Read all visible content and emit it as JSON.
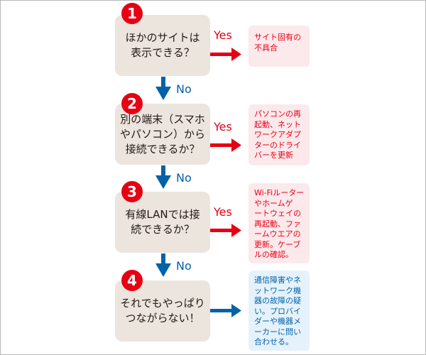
{
  "steps": [
    {
      "number": "1",
      "lines": [
        "ほかのサイトは",
        "表示できる？"
      ]
    },
    {
      "number": "2",
      "lines": [
        "別の端末（スマホ",
        "やパソコン）から",
        "接続できるか？"
      ]
    },
    {
      "number": "3",
      "lines": [
        "有線LANでは接",
        "続できるか？"
      ]
    },
    {
      "number": "4",
      "lines": [
        "それでもやっぱり",
        "つながらない！"
      ]
    }
  ],
  "branch_labels": {
    "yes": "Yes",
    "no": "No"
  },
  "results": [
    {
      "lines": [
        "サイト固有の",
        "不具合"
      ]
    },
    {
      "lines": [
        "パソコンの再",
        "起動、ネット",
        "ワークアダプ",
        "ターのドライ",
        "バーを更新"
      ]
    },
    {
      "lines": [
        "Wi-Fiルーター",
        "やホームゲ",
        "ートウェイの",
        "再起動、ファ",
        "ームウエアの",
        "更新。ケーブ",
        "ルの確認。"
      ]
    },
    {
      "lines": [
        "通信障害やネ",
        "ットワーク機",
        "器の故障の疑",
        "い。プロバイ",
        "ダーや機器メ",
        "ーカーに問い",
        "合わせる。"
      ]
    }
  ],
  "colors": {
    "yes": "#e60012",
    "no": "#0062a8",
    "box": "#ebe5de",
    "yes_result_bg": "#fce9ec",
    "final_result_bg": "#e6f2fb"
  }
}
